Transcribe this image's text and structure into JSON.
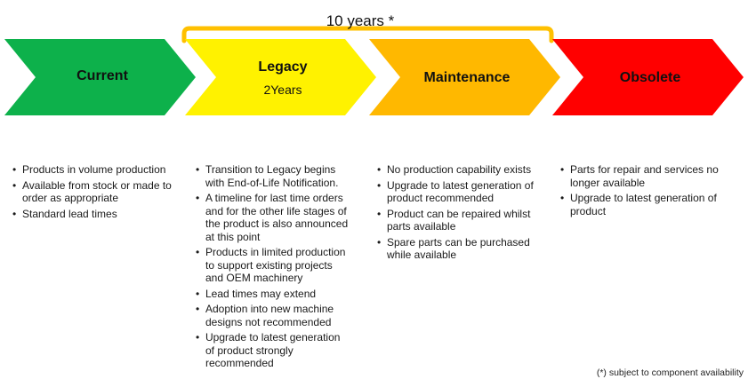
{
  "bracket": {
    "label": "10 years *"
  },
  "stages": [
    {
      "title": "Current",
      "subtitle": "",
      "color": "#0db14b"
    },
    {
      "title": "Legacy",
      "subtitle": "2Years",
      "color": "#fff200"
    },
    {
      "title": "Maintenance",
      "subtitle": "",
      "color": "#ffb800"
    },
    {
      "title": "Obsolete",
      "subtitle": "",
      "color": "#ff0000"
    }
  ],
  "bracket_color": "#ffc000",
  "columns": [
    {
      "items": [
        "Products in volume production",
        "Available from stock or made to order as appropriate",
        "Standard lead times"
      ]
    },
    {
      "items": [
        "Transition to Legacy begins with End-of-Life Notification.",
        "A timeline for last time orders and for the other life stages of the product is also announced at this point",
        "Products in limited production to support existing projects and OEM machinery",
        "Lead times may extend",
        "Adoption into new machine designs not recommended",
        "Upgrade to latest generation of product strongly recommended"
      ]
    },
    {
      "items": [
        "No production capability exists",
        "Upgrade to latest generation of product recommended",
        "Product can be repaired whilst parts available",
        "Spare parts can be purchased while available"
      ]
    },
    {
      "items": [
        "Parts for repair and services no longer available",
        "Upgrade to latest generation of product"
      ]
    }
  ],
  "footnote": "(*) subject to component availability"
}
